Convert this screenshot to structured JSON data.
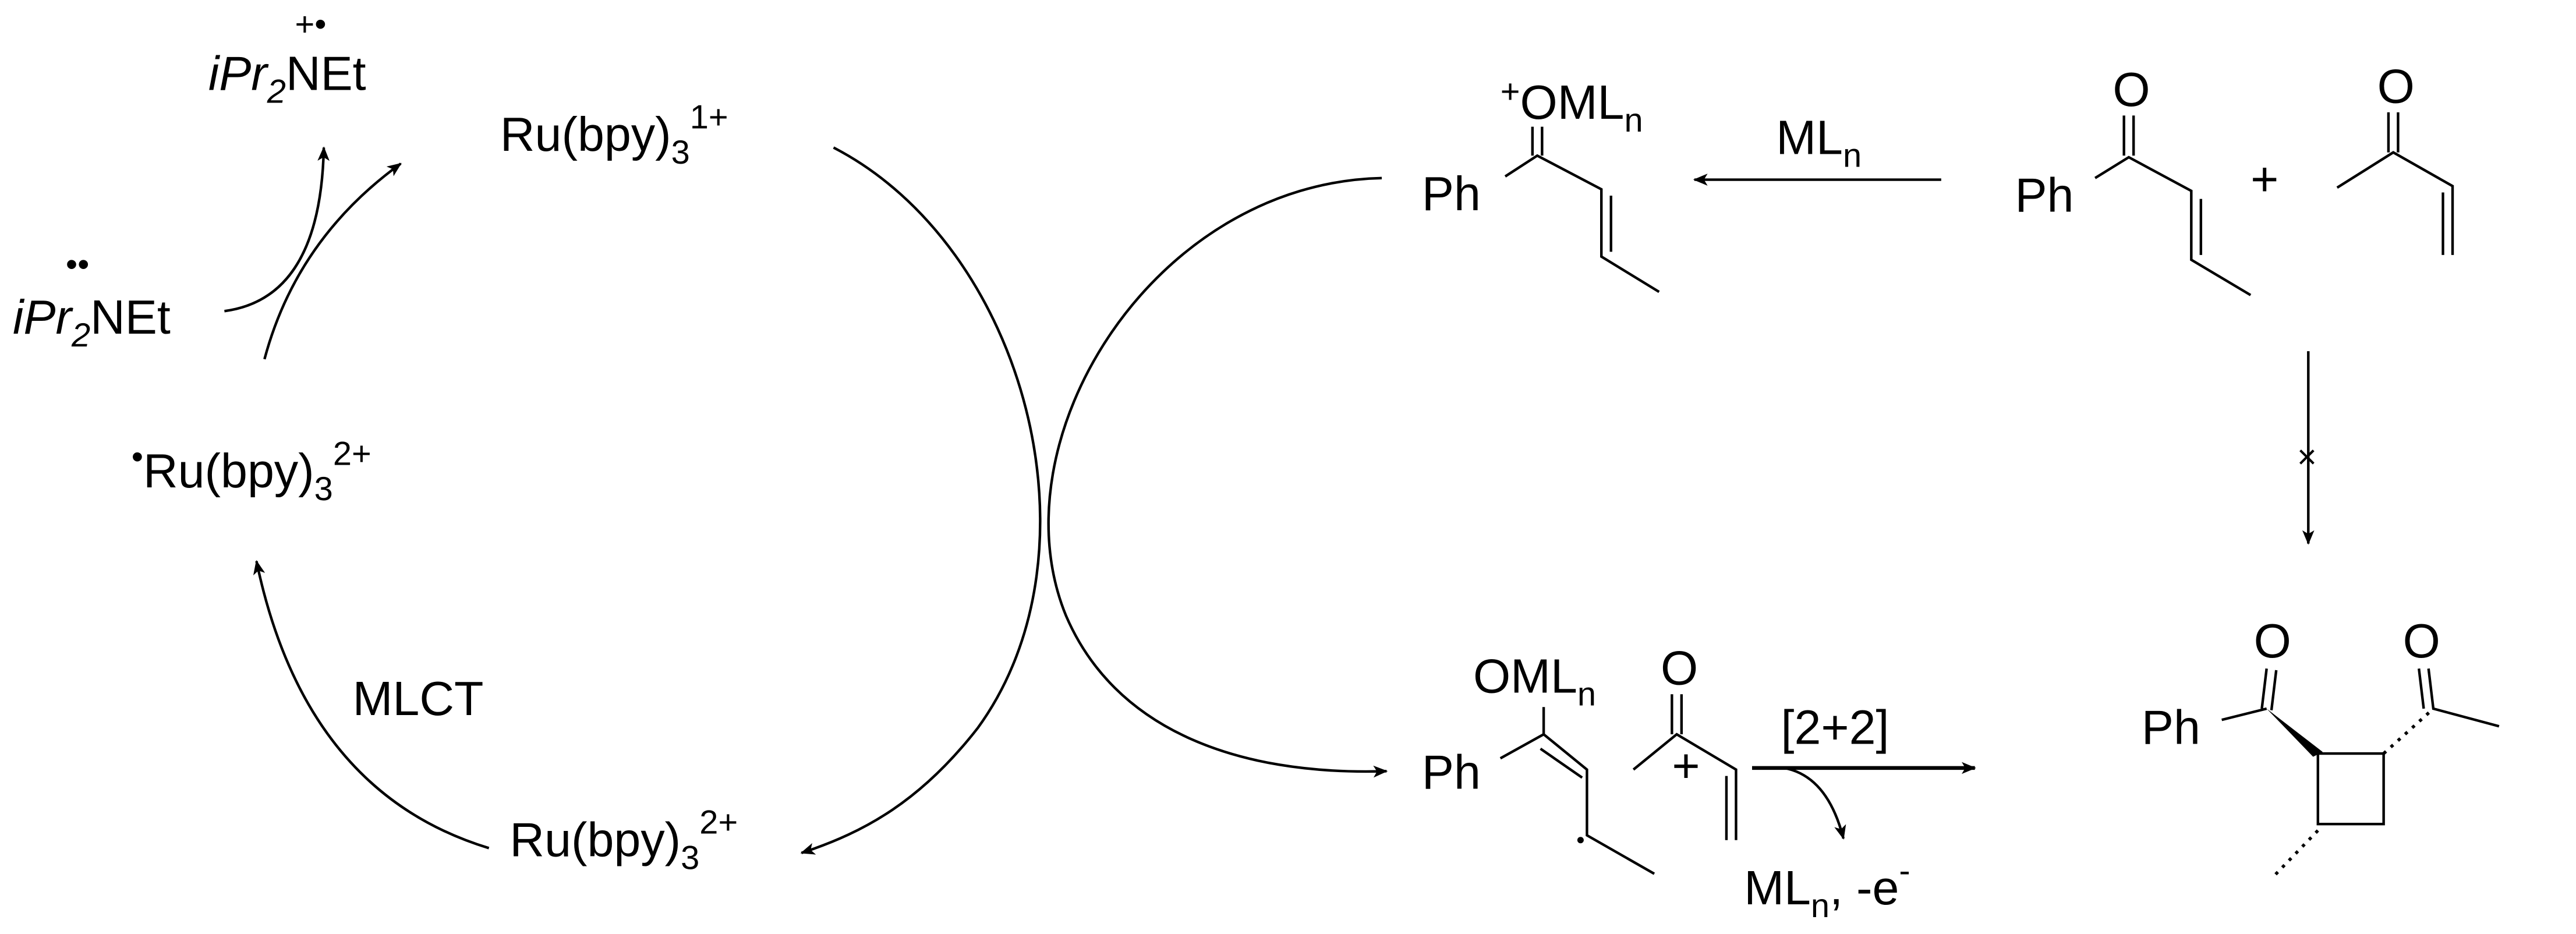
{
  "amine_radical_cation": {
    "prefix": "iPr",
    "sub": "2",
    "main": "NEt",
    "charge": "+•"
  },
  "amine": {
    "prefix": "iPr",
    "sub": "2",
    "main": "NEt",
    "lone_pair": "••"
  },
  "ru_1plus": {
    "main": "Ru(bpy)",
    "sub": "3",
    "sup": "1+"
  },
  "ru_excited": {
    "dot": "•",
    "main": "Ru(bpy)",
    "sub": "3",
    "sup": "2+"
  },
  "ru_2plus": {
    "main": "Ru(bpy)",
    "sub": "3",
    "sup": "2+"
  },
  "mlct_label": "MLCT",
  "lewis_acid_label": {
    "main": "ML",
    "sub": "n"
  },
  "activated_enone": {
    "charge": "+",
    "main": "OML",
    "sub": "n",
    "ph": "Ph"
  },
  "enone": {
    "ph": "Ph",
    "o": "O"
  },
  "plus": "+",
  "mvk": {
    "o": "O"
  },
  "radical_enolate": {
    "main": "OML",
    "sub": "n",
    "ph": "Ph"
  },
  "cycloaddition_label": "[2+2]",
  "byproduct_label": {
    "main": "ML",
    "sub": "n",
    "rest": ", -e",
    "sup": "-"
  },
  "product": {
    "ph": "Ph",
    "o1": "O",
    "o2": "O"
  },
  "blocked_marker": "×"
}
